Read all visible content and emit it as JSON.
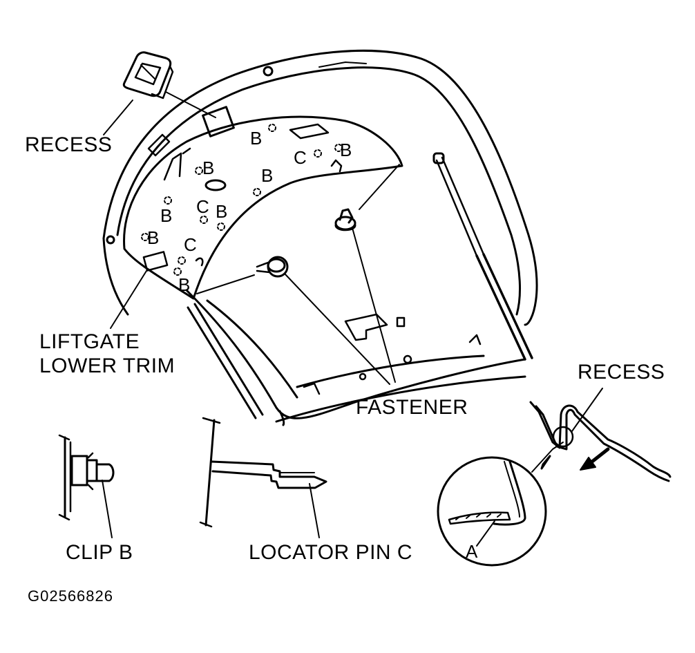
{
  "labels": {
    "recess_top": "RECESS",
    "liftgate_line1": "LIFTGATE",
    "liftgate_line2": "LOWER TRIM",
    "fastener": "FASTENER",
    "recess_right": "RECESS",
    "clip_b": "CLIP B",
    "locator_pin_c": "LOCATOR PIN C",
    "detail_a": "A",
    "figure_code": "G02566826"
  },
  "markers": {
    "b": "B",
    "c": "C"
  },
  "colors": {
    "ink": "#000000",
    "paper": "#ffffff"
  }
}
